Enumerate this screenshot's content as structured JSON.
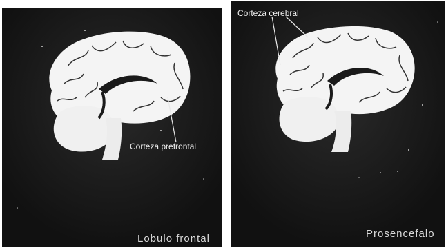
{
  "panels": [
    {
      "caption": "Lobulo frontal",
      "label": "Corteza prefrontal"
    },
    {
      "caption": "Prosencefalo",
      "label": "Corteza cerebral"
    }
  ],
  "colors": {
    "background": "#151515",
    "brain": "#f4f4f4",
    "fold_lines": "#2a2a2a",
    "text": "#e8e8e8"
  }
}
